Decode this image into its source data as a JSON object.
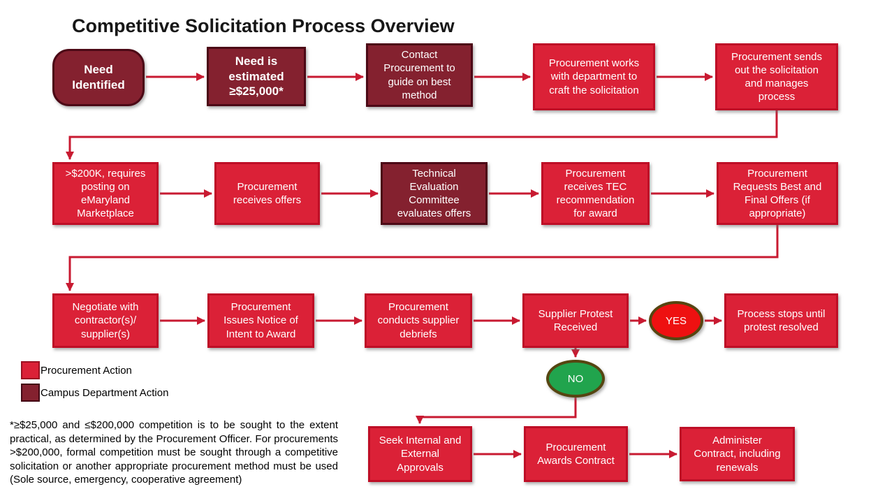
{
  "title": "Competitive Solicitation Process Overview",
  "colors": {
    "procurement_fill": "#DB2137",
    "procurement_border": "#BE0E26",
    "campus_fill": "#84212F",
    "campus_border": "#4C0916",
    "connector": "#C81A31",
    "yes_fill": "#EE1111",
    "no_fill": "#21A44D",
    "decision_border": "#564511"
  },
  "nodes": {
    "need_identified": {
      "label": "Need\nIdentified",
      "type": "campus"
    },
    "need_estimated": {
      "label": "Need is\nestimated\n≥$25,000*",
      "type": "campus"
    },
    "contact_procurement": {
      "label": "Contact\nProcurement to\nguide on best\nmethod",
      "type": "campus"
    },
    "craft_solicitation": {
      "label": "Procurement works\nwith department to\ncraft the solicitation",
      "type": "procurement"
    },
    "send_solicitation": {
      "label": "Procurement sends\nout the solicitation\nand manages\nprocess",
      "type": "procurement"
    },
    "post_emaryland": {
      "label": ">$200K, requires\nposting on\neMaryland\nMarketplace",
      "type": "procurement"
    },
    "receive_offers": {
      "label": "Procurement\nreceives offers",
      "type": "procurement"
    },
    "tec_evaluates": {
      "label": "Technical\nEvaluation\nCommittee\nevaluates offers",
      "type": "campus"
    },
    "tec_recommendation": {
      "label": "Procurement\nreceives TEC\nrecommendation\nfor award",
      "type": "procurement"
    },
    "best_final_offers": {
      "label": "Procurement\nRequests Best and\nFinal Offers (if\nappropriate)",
      "type": "procurement"
    },
    "negotiate": {
      "label": "Negotiate with\ncontractor(s)/\nsupplier(s)",
      "type": "procurement"
    },
    "notice_of_intent": {
      "label": "Procurement\nIssues Notice of\nIntent to Award",
      "type": "procurement"
    },
    "supplier_debriefs": {
      "label": "Procurement\nconducts supplier\ndebriefs",
      "type": "procurement"
    },
    "supplier_protest": {
      "label": "Supplier Protest\nReceived",
      "type": "procurement"
    },
    "process_stops": {
      "label": "Process stops until\nprotest resolved",
      "type": "procurement"
    },
    "seek_approvals": {
      "label": "Seek Internal and\nExternal\nApprovals",
      "type": "procurement"
    },
    "awards_contract": {
      "label": "Procurement\nAwards Contract",
      "type": "procurement"
    },
    "administer_contract": {
      "label": "Administer\nContract, including\nrenewals",
      "type": "procurement"
    }
  },
  "decisions": {
    "yes": {
      "label": "YES"
    },
    "no": {
      "label": "NO"
    }
  },
  "flow": [
    {
      "from": "need_identified",
      "to": "need_estimated"
    },
    {
      "from": "need_estimated",
      "to": "contact_procurement"
    },
    {
      "from": "contact_procurement",
      "to": "craft_solicitation"
    },
    {
      "from": "craft_solicitation",
      "to": "send_solicitation"
    },
    {
      "from": "send_solicitation",
      "to": "post_emaryland"
    },
    {
      "from": "post_emaryland",
      "to": "receive_offers"
    },
    {
      "from": "receive_offers",
      "to": "tec_evaluates"
    },
    {
      "from": "tec_evaluates",
      "to": "tec_recommendation"
    },
    {
      "from": "tec_recommendation",
      "to": "best_final_offers"
    },
    {
      "from": "best_final_offers",
      "to": "negotiate"
    },
    {
      "from": "negotiate",
      "to": "notice_of_intent"
    },
    {
      "from": "notice_of_intent",
      "to": "supplier_debriefs"
    },
    {
      "from": "supplier_debriefs",
      "to": "supplier_protest"
    },
    {
      "from": "supplier_protest",
      "to": "process_stops",
      "label": "YES"
    },
    {
      "from": "supplier_protest",
      "to": "seek_approvals",
      "label": "NO"
    },
    {
      "from": "seek_approvals",
      "to": "awards_contract"
    },
    {
      "from": "awards_contract",
      "to": "administer_contract"
    }
  ],
  "legend": [
    {
      "label": "Procurement Action",
      "color": "#DB2137"
    },
    {
      "label": "Campus Department Action",
      "color": "#84212F"
    }
  ],
  "footnote": {
    "text": "*≥$25,000 and ≤$200,000 competition is to be sought to the extent practical, as determined by the Procurement Officer.  For procurements >$200,000, formal competition must be sought through a competitive solicitation or another appropriate procurement method must be used (Sole source, emergency, cooperative agreement)"
  }
}
